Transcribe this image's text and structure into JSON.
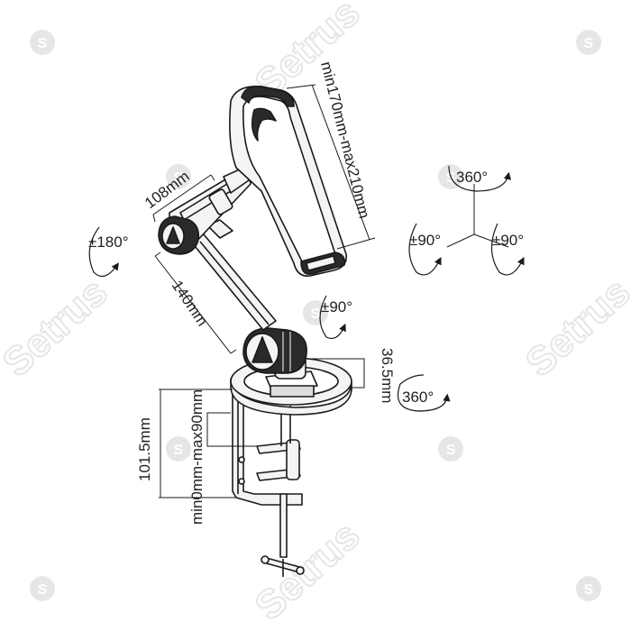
{
  "colors": {
    "line": "#1a1a1a",
    "fill_light": "#f4f4f4",
    "fill_dark": "#2a2a2a",
    "watermark": "#e6e6e6"
  },
  "dimensions": {
    "holder_range": "min170mm-max210mm",
    "upper_arm": "108mm",
    "lower_arm": "140mm",
    "base_height": "36.5mm",
    "clamp_height": "101.5mm",
    "clamp_range": "min0mm-max90mm"
  },
  "rotations": {
    "head_tilt": "±180°",
    "axes_top": "360°",
    "axes_left": "±90°",
    "axes_right": "±90°",
    "elbow": "±90°",
    "base": "360°"
  },
  "watermark": {
    "brand": "Setrus",
    "badge_letter": "S",
    "badge_icon": "setrus-s-badge-icon"
  }
}
